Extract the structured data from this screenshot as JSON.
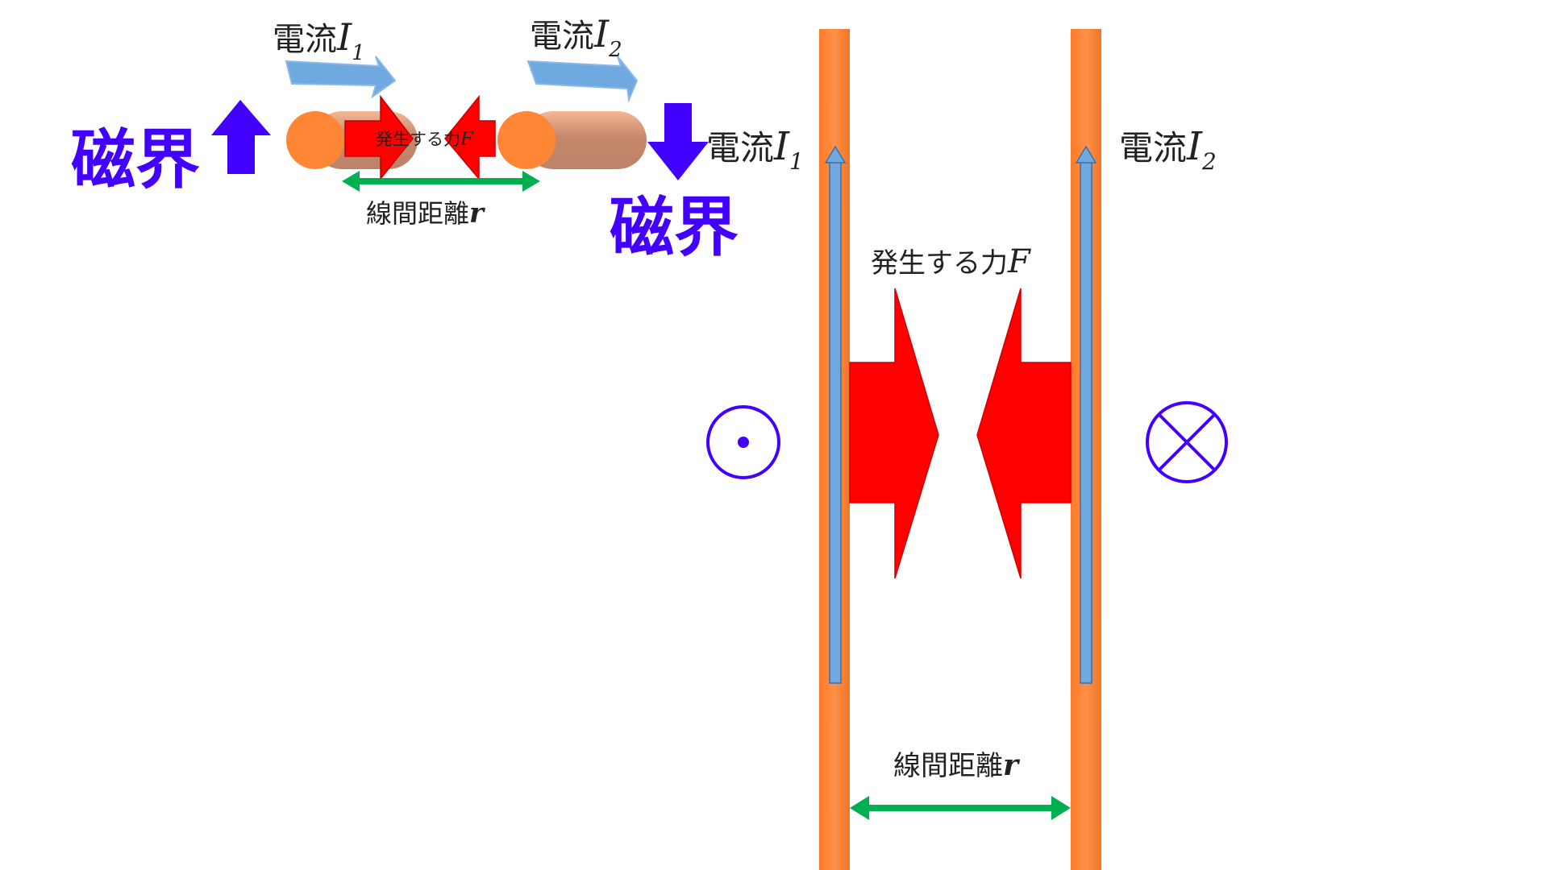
{
  "labels": {
    "current_prefix": "電流",
    "current1_var": "I",
    "current1_sub": "1",
    "current2_var": "I",
    "current2_sub": "2",
    "field": "磁界",
    "force_prefix": "発生する力",
    "force_var": "F",
    "distance_prefix": "線間距離",
    "distance_var": "r"
  },
  "colors": {
    "wire": "#ff8635",
    "current_arrow": "#70a8e0",
    "current_arrow_stroke": "#3e6fa8",
    "force": "#ff0000",
    "field": "#4200ff",
    "distance": "#00b050"
  },
  "icons": {
    "field_out_of_page": "dot-in-circle-icon",
    "field_into_page": "x-in-circle-icon"
  }
}
